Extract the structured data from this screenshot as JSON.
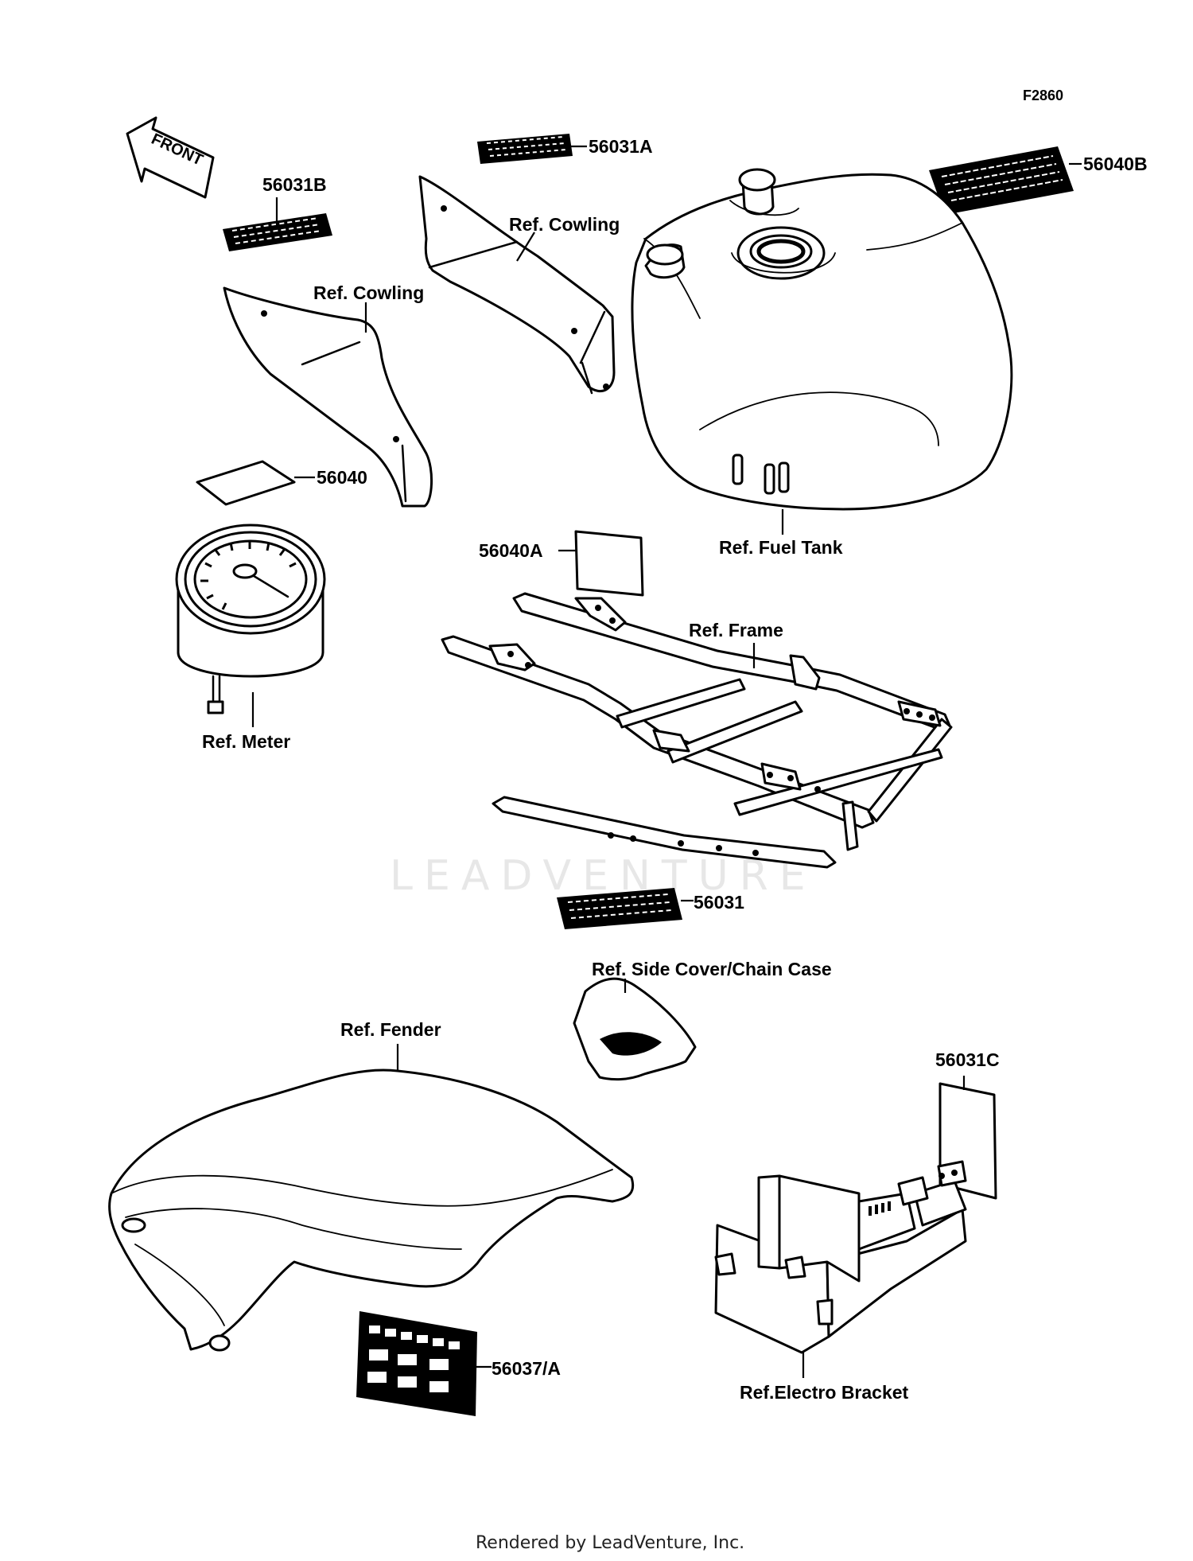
{
  "diagram": {
    "code": "F2860",
    "front_arrow": "FRONT",
    "watermark": "LEADVENTURE",
    "footer": "Rendered by LeadVenture, Inc.",
    "labels": {
      "p56031B": "56031B",
      "p56031A": "56031A",
      "p56040B": "56040B",
      "cowling_right": "Ref. Cowling",
      "cowling_left": "Ref. Cowling",
      "p56040": "56040",
      "fuel_tank": "Ref. Fuel Tank",
      "p56040A": "56040A",
      "frame": "Ref. Frame",
      "meter": "Ref. Meter",
      "p56031": "56031",
      "side_cover": "Ref. Side Cover/Chain Case",
      "fender": "Ref. Fender",
      "p56031C": "56031C",
      "p56037A": "56037/A",
      "electro_bracket": "Ref.Electro Bracket"
    }
  }
}
